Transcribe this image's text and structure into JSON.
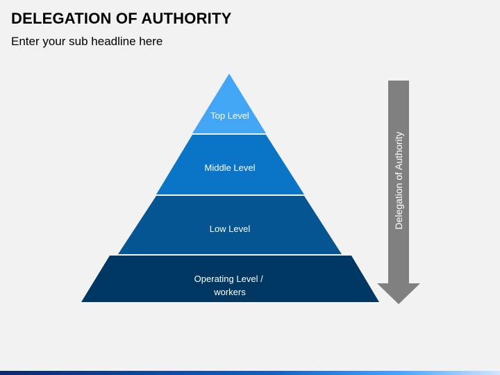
{
  "header": {
    "title": "DELEGATION OF AUTHORITY",
    "subtitle": "Enter your sub headline here"
  },
  "pyramid": {
    "levels": [
      {
        "label": "Top Level",
        "color": "#42a5f5"
      },
      {
        "label": "Middle Level",
        "color": "#0a74c6"
      },
      {
        "label": "Low Level",
        "color": "#045591"
      },
      {
        "label_lines": [
          "Operating Level /",
          "workers"
        ],
        "color": "#003863"
      }
    ]
  },
  "arrow": {
    "label": "Delegation of Authority",
    "color": "#808080"
  }
}
